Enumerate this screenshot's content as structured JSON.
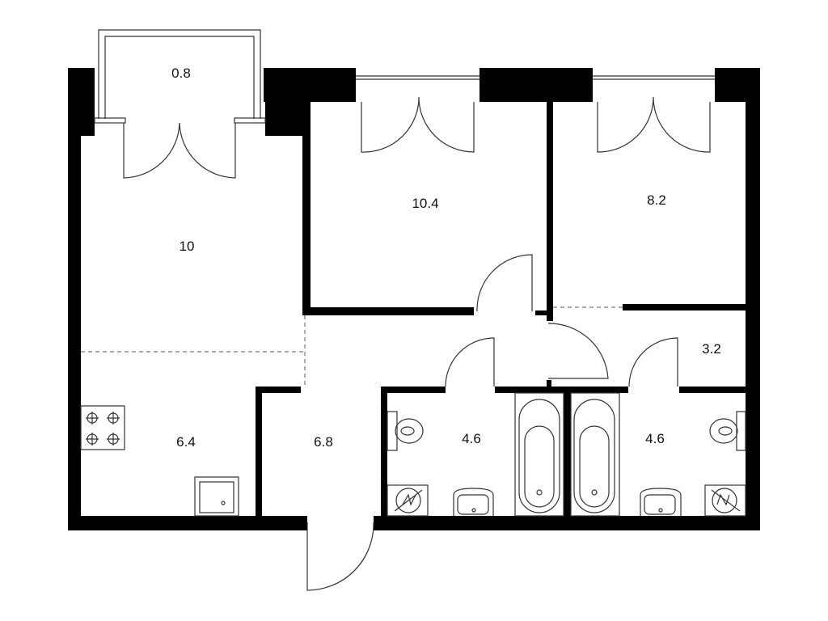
{
  "floorplan": {
    "rooms": [
      {
        "id": "balcony",
        "area": "0.8"
      },
      {
        "id": "living-room",
        "area": "10"
      },
      {
        "id": "bedroom-1",
        "area": "10.4"
      },
      {
        "id": "bedroom-2",
        "area": "8.2"
      },
      {
        "id": "storage",
        "area": "3.2"
      },
      {
        "id": "kitchen",
        "area": "6.4"
      },
      {
        "id": "hallway",
        "area": "6.8"
      },
      {
        "id": "bathroom-1",
        "area": "4.6"
      },
      {
        "id": "bathroom-2",
        "area": "4.6"
      }
    ]
  }
}
